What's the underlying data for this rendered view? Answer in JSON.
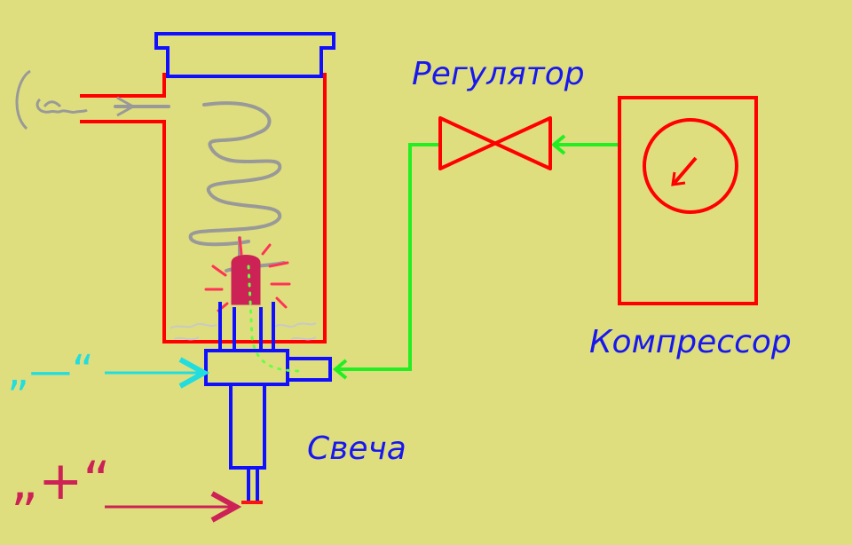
{
  "labels": {
    "regulator": "Регулятор",
    "compressor": "Компрессор",
    "plug": "Свеча",
    "minus": "„—“",
    "plus": "„+“"
  },
  "colors": {
    "background": "#dede7e",
    "vessel": "#ff0000",
    "lid": "#1010ff",
    "air_line": "#22ee22",
    "coil": "#999999",
    "glow": "#cc2255",
    "minus_wire": "#22dddd",
    "plus_wire": "#cc2255",
    "text": "#1818ee"
  },
  "icons": {
    "regulator": "valve-icon",
    "compressor_gauge": "gauge-icon",
    "vapor_outlet": "smoke-icon"
  }
}
